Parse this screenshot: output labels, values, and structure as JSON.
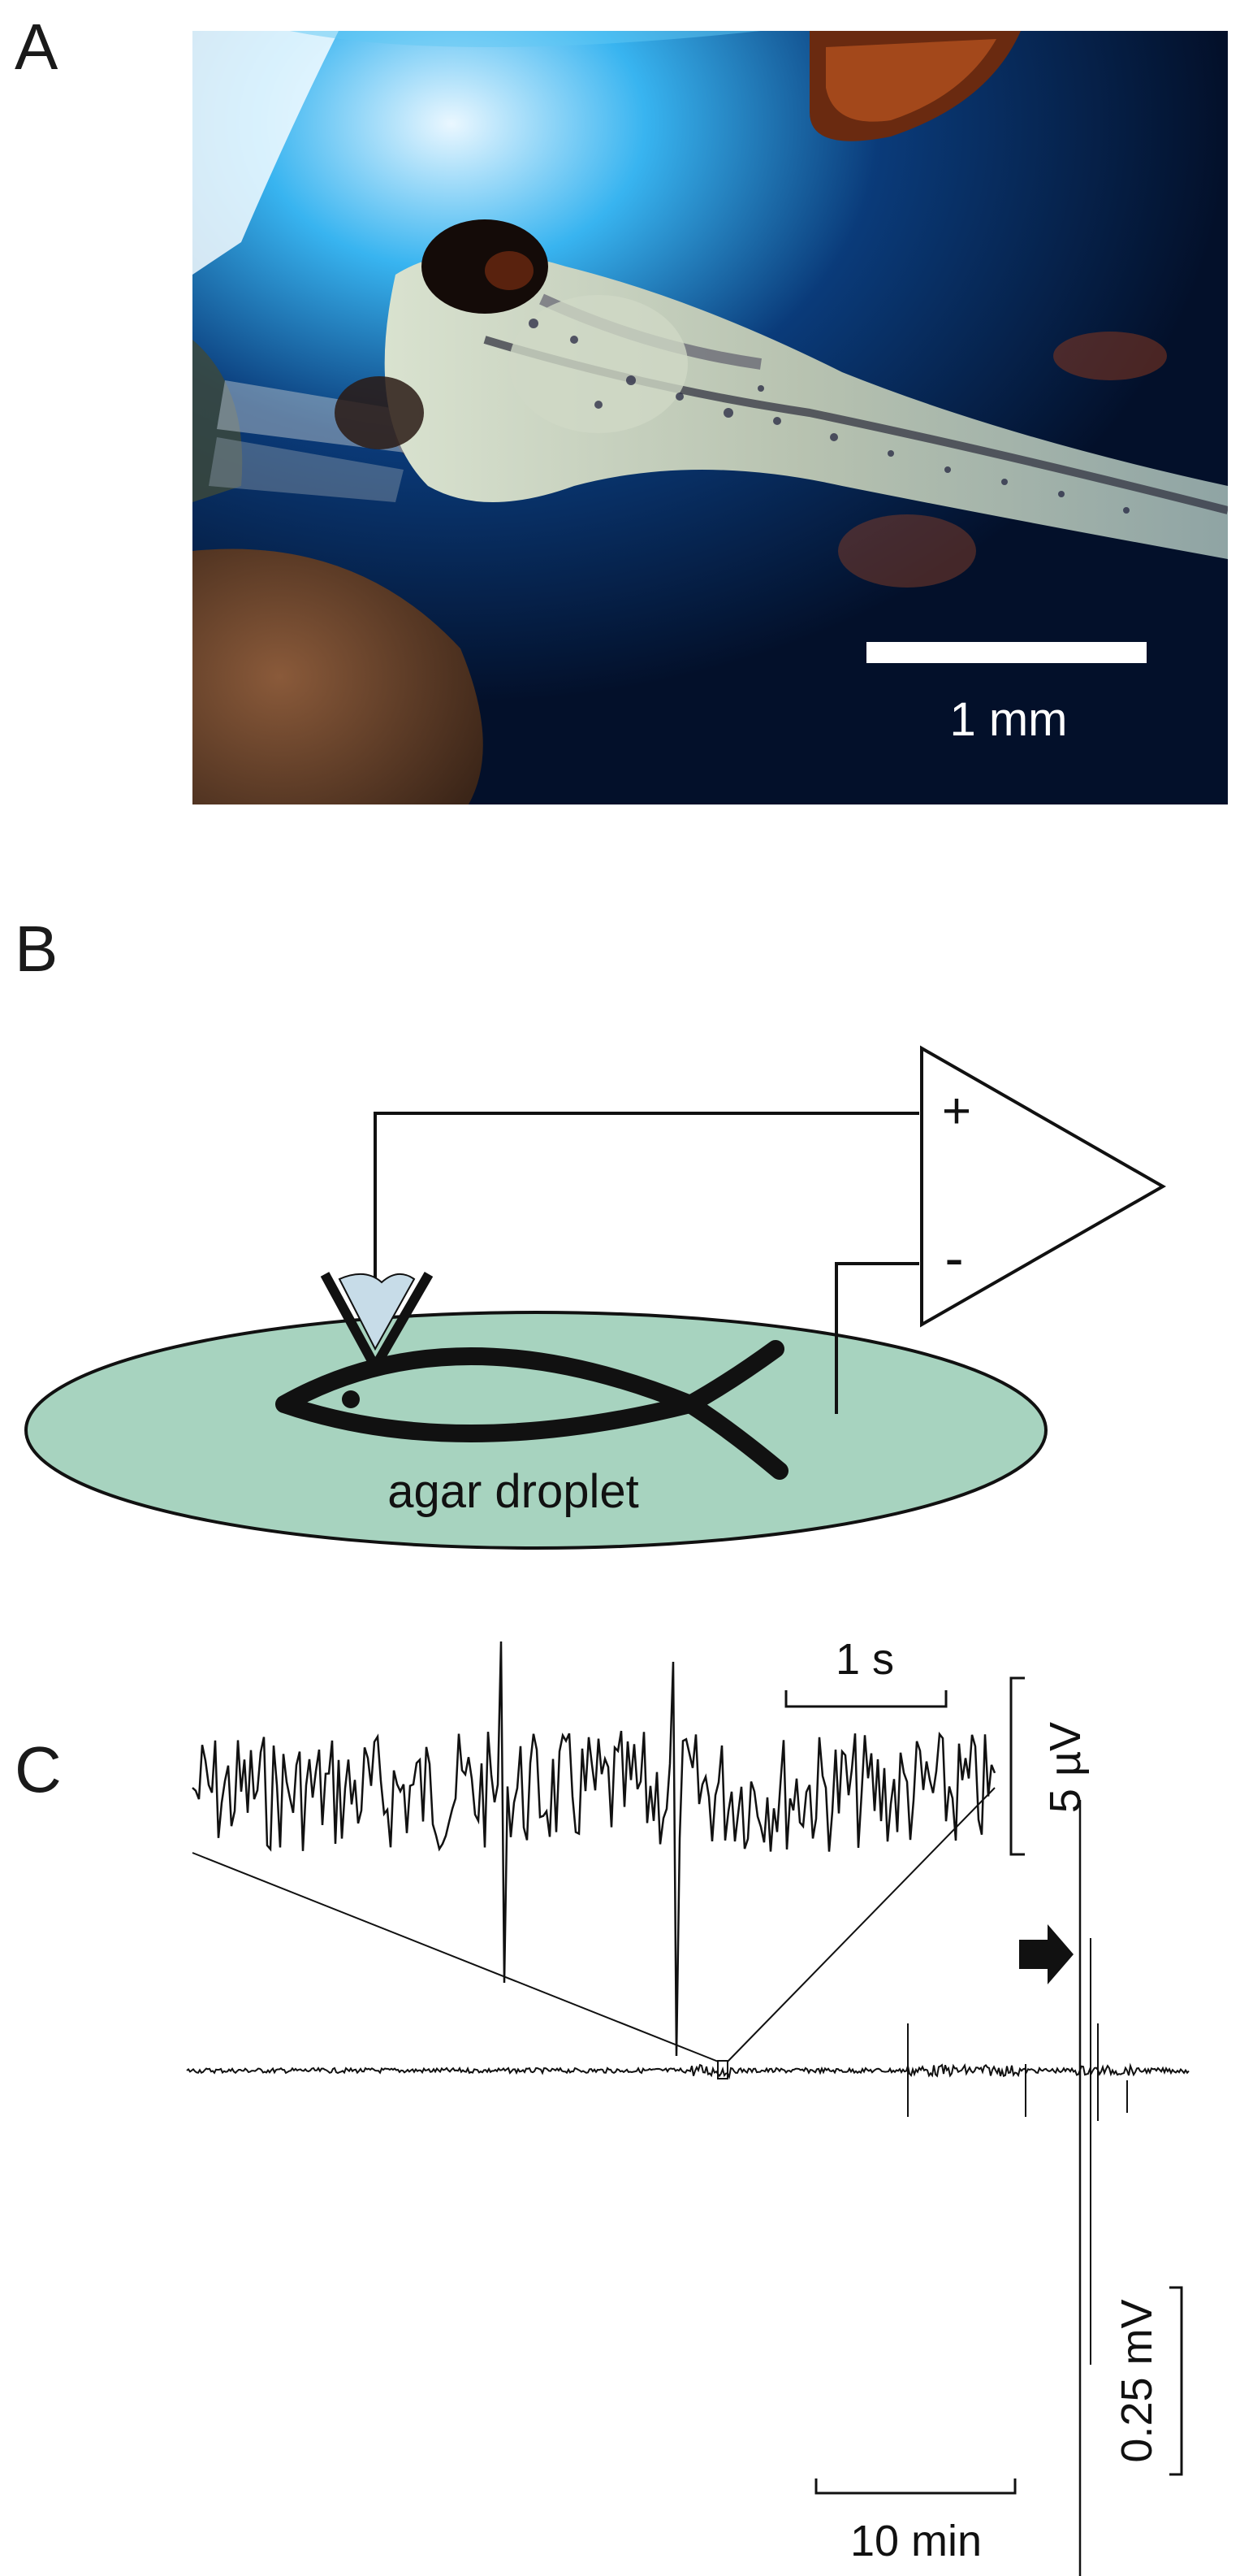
{
  "panels": {
    "a": {
      "label": "A",
      "scale_bar_label": "1 mm"
    },
    "b": {
      "label": "B",
      "plus_sign": "+",
      "minus_sign": "-",
      "droplet_label": "agar droplet",
      "colors": {
        "droplet": "#a7d3bf",
        "pipette_fill": "#c7dce8",
        "fish": "#111111"
      }
    },
    "c": {
      "label": "C",
      "scale_time_zoom": "1 s",
      "scale_voltage_zoom": "5 µV",
      "scale_voltage_full": "0.25 mV",
      "scale_time_full": "10 min"
    }
  },
  "icons": {
    "stimulus_marker": "right-arrow-icon"
  }
}
